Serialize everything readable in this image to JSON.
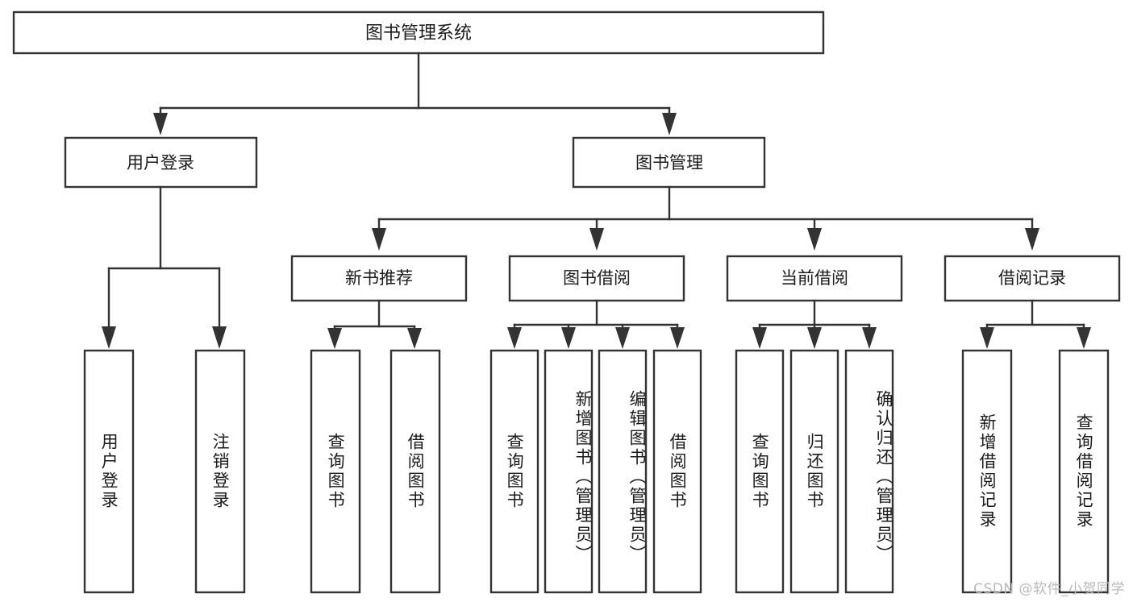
{
  "diagram": {
    "title": "图书管理系统",
    "type": "hierarchy-tree",
    "watermark": "CSDN @软件_小贺同学",
    "colors": {
      "stroke": "#333333",
      "box_fill": "#ffffff",
      "text": "#1b1b1b",
      "watermark": "#b9b9b9",
      "background": "#ffffff"
    },
    "root": {
      "label": "图书管理系统",
      "orientation": "horizontal"
    },
    "level2": [
      {
        "label": "用户登录",
        "orientation": "horizontal"
      },
      {
        "label": "图书管理",
        "orientation": "horizontal"
      }
    ],
    "level3": [
      {
        "label": "新书推荐",
        "orientation": "horizontal"
      },
      {
        "label": "图书借阅",
        "orientation": "horizontal"
      },
      {
        "label": "当前借阅",
        "orientation": "horizontal"
      },
      {
        "label": "借阅记录",
        "orientation": "horizontal"
      }
    ],
    "leaves": {
      "user_login": [
        {
          "label": "用户登录",
          "orientation": "vertical"
        },
        {
          "label": "注销登录",
          "orientation": "vertical"
        }
      ],
      "new_book_recommend": [
        {
          "label": "查询图书",
          "orientation": "vertical"
        },
        {
          "label": "借阅图书",
          "orientation": "vertical"
        }
      ],
      "book_borrow": [
        {
          "label": "查询图书",
          "orientation": "vertical"
        },
        {
          "label": "新增图书（管理员）",
          "orientation": "vertical"
        },
        {
          "label": "编辑图书（管理员）",
          "orientation": "vertical"
        },
        {
          "label": "借阅图书",
          "orientation": "vertical"
        }
      ],
      "current_borrow": [
        {
          "label": "查询图书",
          "orientation": "vertical"
        },
        {
          "label": "归还图书",
          "orientation": "vertical"
        },
        {
          "label": "确认归还（管理员）",
          "orientation": "vertical"
        }
      ],
      "borrow_record": [
        {
          "label": "新增借阅记录",
          "orientation": "vertical"
        },
        {
          "label": "查询借阅记录",
          "orientation": "vertical"
        }
      ]
    }
  }
}
